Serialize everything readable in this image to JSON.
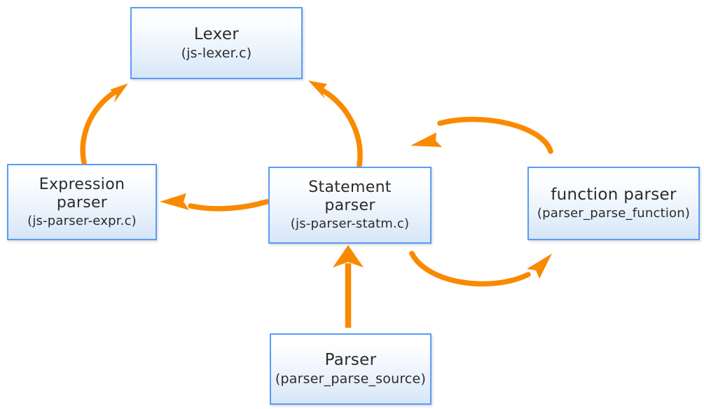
{
  "diagram": {
    "kind": "flow-diagram",
    "background_color": "#ffffff",
    "node_border_color": "#5a9bf6",
    "node_fill_top_color": "#ffffff",
    "node_fill_bottom_color": "#d6e6f8",
    "arrow_color": "#f98a00",
    "text_color": "#2b2b2b"
  },
  "nodes": {
    "lexer": {
      "title": "Lexer",
      "subtitle": "(js-lexer.c)"
    },
    "expression_parser": {
      "title": "Expression\nparser",
      "subtitle": "(js-parser-expr.c)"
    },
    "statement_parser": {
      "title": "Statement\nparser",
      "subtitle": "(js-parser-statm.c)"
    },
    "function_parser": {
      "title": "function parser",
      "subtitle": "(parser_parse_function)"
    },
    "parser": {
      "title": "Parser",
      "subtitle": "(parser_parse_source)"
    }
  },
  "edges": [
    {
      "name": "expression-parser-to-lexer",
      "from": "expression_parser",
      "to": "lexer",
      "style": "curved-arrow",
      "direction": "up-right"
    },
    {
      "name": "statement-parser-to-lexer",
      "from": "statement_parser",
      "to": "lexer",
      "style": "curved-arrow",
      "direction": "up-left"
    },
    {
      "name": "statement-parser-to-expression-parser",
      "from": "statement_parser",
      "to": "expression_parser",
      "style": "curved-arrow",
      "direction": "left"
    },
    {
      "name": "function-parser-to-statement-parser",
      "from": "function_parser",
      "to": "statement_parser",
      "style": "arc-arrow-over",
      "direction": "left"
    },
    {
      "name": "statement-parser-to-function-parser",
      "from": "statement_parser",
      "to": "function_parser",
      "style": "arc-arrow-under",
      "direction": "right"
    },
    {
      "name": "parser-to-statement-parser",
      "from": "parser",
      "to": "statement_parser",
      "style": "straight-arrow",
      "direction": "up"
    }
  ]
}
